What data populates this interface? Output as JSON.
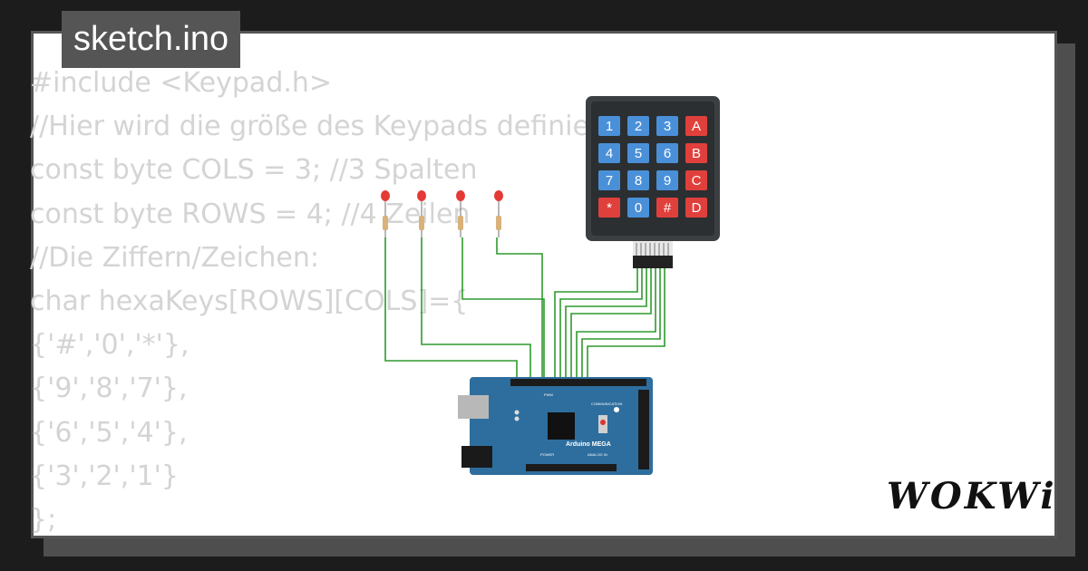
{
  "file_tag": "sketch.ino",
  "code_lines": [
    "#include <Keypad.h>",
    "//Hier wird die größe des Keypads definiert",
    "const byte COLS = 3; //3 Spalten",
    "const byte ROWS = 4; //4 Zeilen",
    "//Die Ziffern/Zeichen:",
    "char hexaKeys[ROWS][COLS]={",
    "{'#','0','*'},",
    "{'9','8','7'},",
    "{'6','5','4'},",
    "{'3','2','1'}",
    "};"
  ],
  "keypad": {
    "rows": [
      [
        "1",
        "2",
        "3",
        "A"
      ],
      [
        "4",
        "5",
        "6",
        "B"
      ],
      [
        "7",
        "8",
        "9",
        "C"
      ],
      [
        "*",
        "0",
        "#",
        "D"
      ]
    ]
  },
  "board": {
    "label": "Arduino MEGA",
    "pwm_label": "PWM",
    "communication_label": "COMMUNICATION",
    "power_label": "POWER",
    "analog_label": "ANALOG IN"
  },
  "brand": "WOKWi",
  "colors": {
    "wire": "#2e9a2e",
    "key_blue": "#4a90d9",
    "key_red": "#e0403c",
    "board_blue": "#2e6e9e",
    "led_red": "#e53935"
  }
}
